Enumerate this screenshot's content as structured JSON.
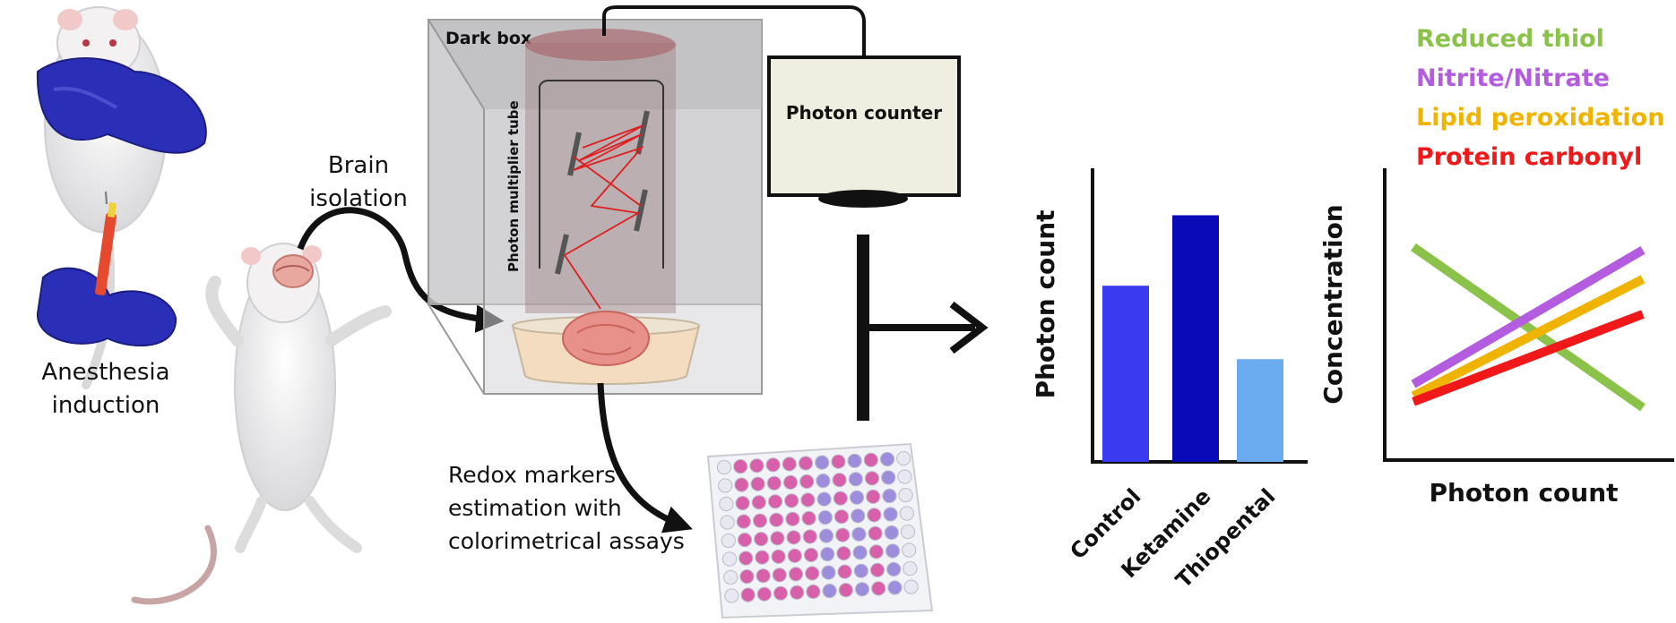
{
  "labels": {
    "anesthesia": [
      "Anesthesia",
      "induction"
    ],
    "brain_isolation": [
      "Brain",
      "isolation"
    ],
    "dark_box": "Dark box",
    "pmt": "Photon multiplier tube",
    "photon_counter": "Photon counter",
    "redox": [
      "Redox markers",
      "estimation with",
      "colorimetrical assays"
    ]
  },
  "colors": {
    "glove": "#2b2fb8",
    "arrow": "#111111",
    "box": "#a9a9a9",
    "dish": "#f3dcc0",
    "brain": "#e8918a",
    "well_pink": "#d4449c",
    "well_blue": "#8f7ad8"
  },
  "chart_data": [
    {
      "type": "bar",
      "categories": [
        "Control",
        "Ketamine",
        "Thiopental"
      ],
      "values": [
        60,
        84,
        35
      ],
      "colors": [
        "#3a3af0",
        "#0a0ab8",
        "#6aabf0"
      ],
      "ylabel": "Photon count",
      "xlabel": "",
      "ylim": [
        0,
        100
      ],
      "grid": false
    },
    {
      "type": "line",
      "xlabel": "Photon count",
      "ylabel": "Concentration",
      "xlim": [
        0,
        10
      ],
      "ylim": [
        0,
        10
      ],
      "legend_position": "top",
      "series": [
        {
          "name": "Reduced thiol",
          "color": "#8bc34a",
          "x": [
            1,
            9
          ],
          "y": [
            7.3,
            1.8
          ]
        },
        {
          "name": "Nitrite/Nitrate",
          "color": "#b45ce0",
          "x": [
            1,
            9
          ],
          "y": [
            2.6,
            7.2
          ]
        },
        {
          "name": "Lipid peroxidation",
          "color": "#f0b400",
          "x": [
            1,
            9
          ],
          "y": [
            2.2,
            6.2
          ]
        },
        {
          "name": "Protein carbonyl",
          "color": "#f01818",
          "x": [
            1,
            9
          ],
          "y": [
            2.0,
            5.0
          ]
        }
      ]
    }
  ]
}
